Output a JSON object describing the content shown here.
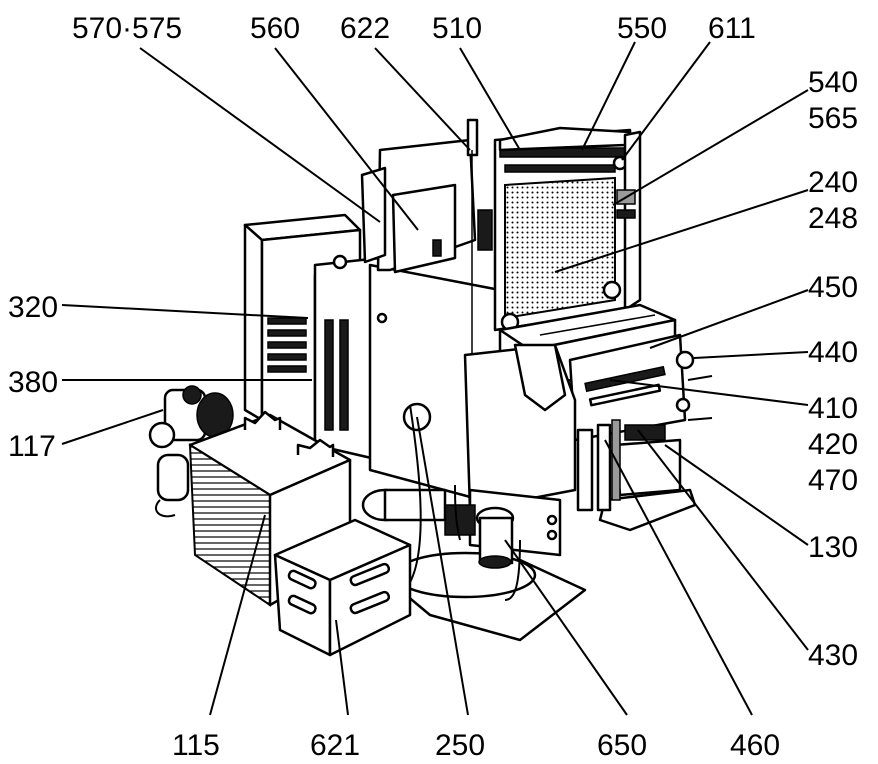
{
  "labels": {
    "l570_575": "570·575",
    "l560": "560",
    "l622": "622",
    "l510": "510",
    "l550": "550",
    "l611": "611",
    "l540": "540",
    "l565": "565",
    "l240": "240",
    "l248": "248",
    "l320": "320",
    "l450": "450",
    "l380": "380",
    "l440": "440",
    "l117": "117",
    "l410": "410",
    "l420": "420",
    "l470": "470",
    "l130": "130",
    "l430": "430",
    "l115": "115",
    "l621": "621",
    "l250": "250",
    "l650": "650",
    "l460": "460"
  }
}
